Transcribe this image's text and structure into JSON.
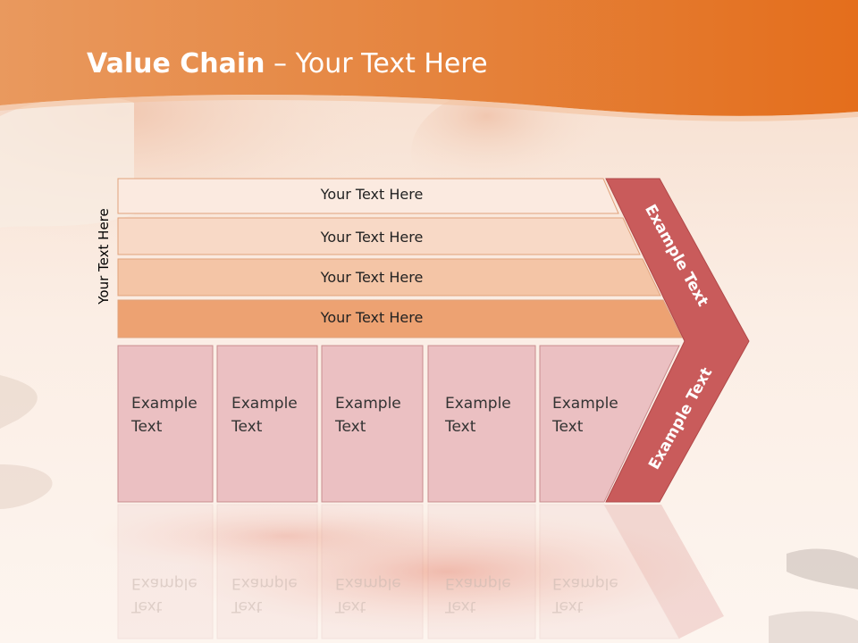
{
  "slide": {
    "title_bold": "Value Chain",
    "title_rest": " – Your Text Here",
    "vertical_label": "Your Text Here"
  },
  "rows": [
    {
      "label": "Your Text Here",
      "fill": "#fbeae0"
    },
    {
      "label": "Your Text Here",
      "fill": "#f8d9c6"
    },
    {
      "label": "Your Text Here",
      "fill": "#f4c5a6"
    },
    {
      "label": "Your Text Here",
      "fill": "#eda272"
    }
  ],
  "boxes": [
    {
      "line1": "Example",
      "line2": "Text"
    },
    {
      "line1": "Example",
      "line2": "Text"
    },
    {
      "line1": "Example",
      "line2": "Text"
    },
    {
      "line1": "Example",
      "line2": "Text"
    },
    {
      "line1": "Example",
      "line2": "Text"
    }
  ],
  "chevron": {
    "upper_label": "Example Text",
    "lower_label": "Example Text",
    "fill": "#c95b5b"
  },
  "colors": {
    "header": "#e8782c",
    "box_fill": "#ebc0c2",
    "box_stroke": "#c98d8f"
  }
}
